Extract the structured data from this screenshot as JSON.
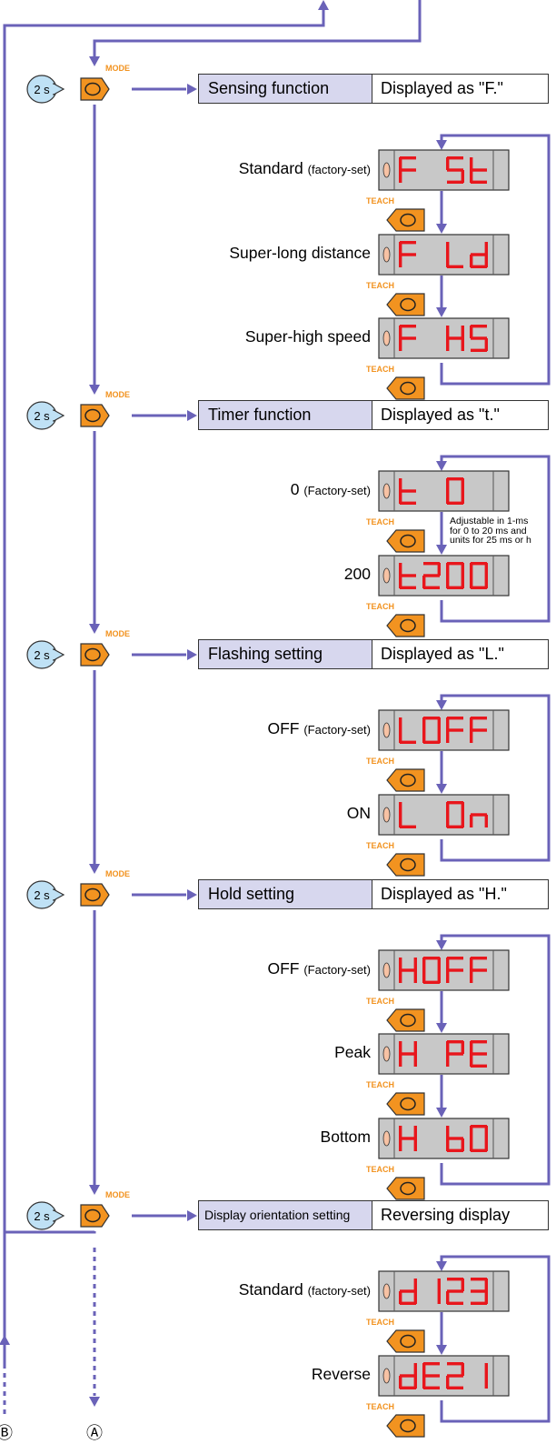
{
  "button_labels": {
    "mode": "MODE",
    "teach": "TEACH",
    "hold_time": "2 s"
  },
  "markers": {
    "a": "Ⓐ",
    "b": "Ⓑ"
  },
  "colors": {
    "flow": "#6a62b8",
    "button": "#f29320",
    "button_text": "#f29320",
    "bubble": "#bfe1f5",
    "title_bg": "#d7d7ee",
    "lcd_bg": "#c8c8c8",
    "segment": "#e8161c",
    "led": "#f7c2a4"
  },
  "sections": [
    {
      "title": "Sensing function",
      "value": "Displayed as \"F.\"",
      "options": [
        {
          "label": "Standard",
          "sub": "(factory-set)",
          "display": "F St"
        },
        {
          "label": "Super-long distance",
          "sub": "",
          "display": "F Ld"
        },
        {
          "label": "Super-high speed",
          "sub": "",
          "display": "F HS"
        }
      ]
    },
    {
      "title": "Timer function",
      "value": "Displayed as \"t.\"",
      "note": [
        "Adjustable in 1-ms",
        "for 0 to 20 ms and",
        "units for 25 ms or h"
      ],
      "options": [
        {
          "label": "0",
          "sub": "(Factory-set)",
          "display": "t 0"
        },
        {
          "label": "200",
          "sub": "",
          "display": "t200"
        }
      ]
    },
    {
      "title": "Flashing setting",
      "value": "Displayed as \"L.\"",
      "options": [
        {
          "label": "OFF",
          "sub": "(Factory-set)",
          "display": "LOFF"
        },
        {
          "label": "ON",
          "sub": "",
          "display": "L On"
        }
      ]
    },
    {
      "title": "Hold setting",
      "value": "Displayed as \"H.\"",
      "options": [
        {
          "label": "OFF",
          "sub": "(Factory-set)",
          "display": "HOFF"
        },
        {
          "label": "Peak",
          "sub": "",
          "display": "H PE"
        },
        {
          "label": "Bottom",
          "sub": "",
          "display": "H b0"
        }
      ]
    },
    {
      "title": "Display orientation setting",
      "value": "Reversing display",
      "options": [
        {
          "label": "Standard",
          "sub": "(factory-set)",
          "display": "d123"
        },
        {
          "label": "Reverse",
          "sub": "",
          "display": "dE21"
        }
      ]
    }
  ]
}
